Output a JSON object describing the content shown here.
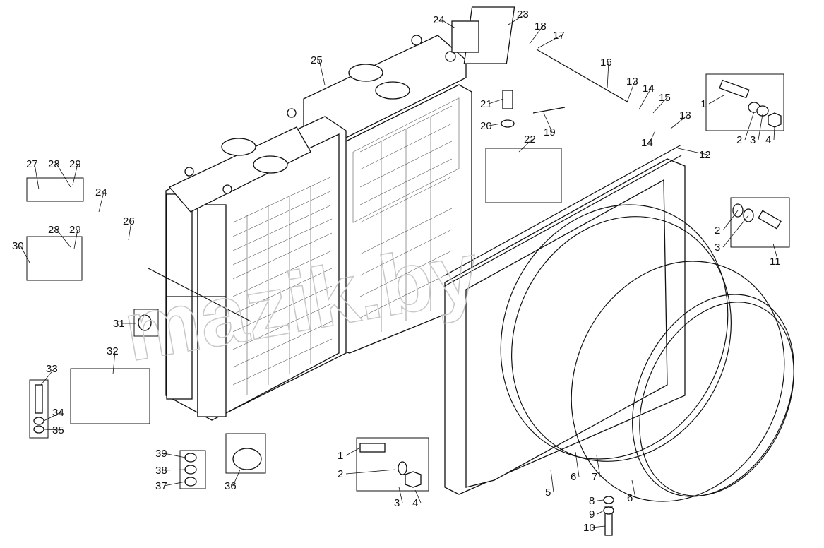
{
  "watermark": "mazik.by",
  "callouts": [
    "1",
    "2",
    "3",
    "4",
    "5",
    "6",
    "7",
    "8",
    "9",
    "10",
    "11",
    "12",
    "13",
    "14",
    "15",
    "16",
    "17",
    "18",
    "19",
    "20",
    "21",
    "22",
    "23",
    "24",
    "25",
    "26",
    "27",
    "28",
    "29",
    "30",
    "31",
    "32",
    "33",
    "34",
    "35",
    "36",
    "37",
    "38",
    "39"
  ],
  "colors": {
    "ink": "#111111",
    "paper": "#ffffff",
    "watermark": "#c8c8c8"
  }
}
